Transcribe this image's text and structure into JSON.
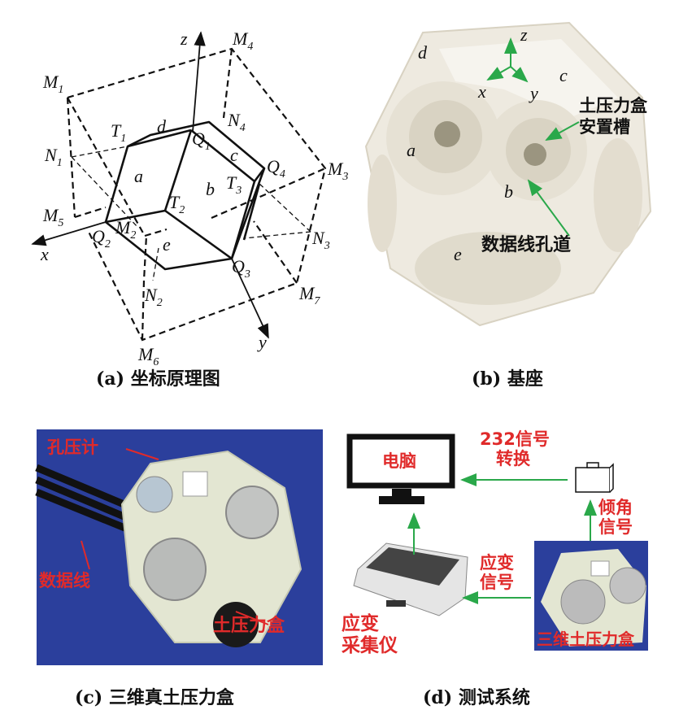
{
  "panel_a": {
    "caption": "(a) 坐标原理图",
    "axes": {
      "x": "x",
      "y": "y",
      "z": "z"
    },
    "points": {
      "M1": [
        "M",
        "1"
      ],
      "M2": [
        "M",
        "2"
      ],
      "M3": [
        "M",
        "3"
      ],
      "M4": [
        "M",
        "4"
      ],
      "M5": [
        "M",
        "5"
      ],
      "M6": [
        "M",
        "6"
      ],
      "M7": [
        "M",
        "7"
      ],
      "N1": [
        "N",
        "1"
      ],
      "N2": [
        "N",
        "2"
      ],
      "N3": [
        "N",
        "3"
      ],
      "N4": [
        "N",
        "4"
      ],
      "T1": [
        "T",
        "1"
      ],
      "T2": [
        "T",
        "2"
      ],
      "T3": [
        "T",
        "3"
      ],
      "Q1": [
        "Q",
        "1"
      ],
      "Q2": [
        "Q",
        "2"
      ],
      "Q3": [
        "Q",
        "3"
      ],
      "Q4": [
        "Q",
        "4"
      ]
    },
    "faces": {
      "a": "a",
      "b": "b",
      "c": "c",
      "d": "d",
      "e": "e"
    }
  },
  "panel_b": {
    "caption": "(b) 基座",
    "faces": {
      "a": "a",
      "b": "b",
      "c": "c",
      "d": "d",
      "e": "e"
    },
    "axes": {
      "x": "x",
      "y": "y",
      "z": "z"
    },
    "label_slot_line1": "土压力盒",
    "label_slot_line2": "安置槽",
    "label_channel": "数据线孔道",
    "arrow_color": "#2aa84a"
  },
  "panel_c": {
    "caption": "(c) 三维真土压力盒",
    "label_piezometer": "孔压计",
    "label_cable": "数据线",
    "label_cell": "土压力盒",
    "bg_color": "#2b3f9c"
  },
  "panel_d": {
    "caption": "(d) 测试系统",
    "computer": "电脑",
    "rs232_line1": "232信号",
    "rs232_line2": "转换",
    "tilt_line1": "倾角",
    "tilt_line2": "信号",
    "strain_line1": "应变",
    "strain_line2": "信号",
    "daq_line1": "应变",
    "daq_line2": "采集仪",
    "sensor": "三维土压力盒",
    "text_color": "#e02a2a",
    "arrow_color": "#2aa84a"
  }
}
